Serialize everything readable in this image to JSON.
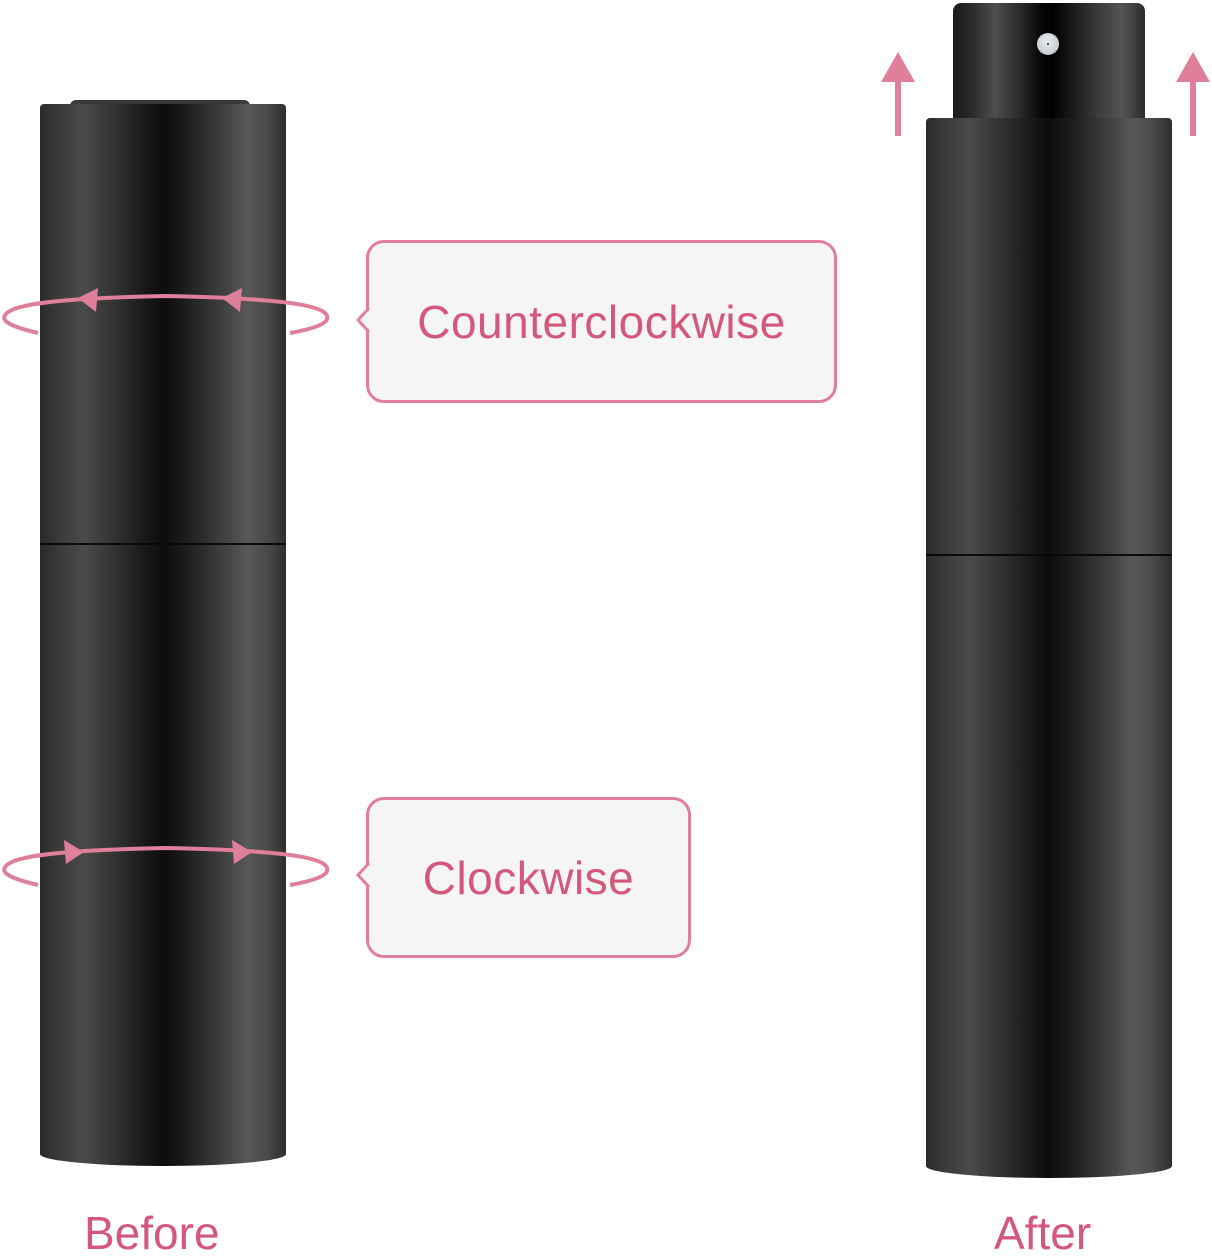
{
  "figure": {
    "description": "Twist-up perfume atomizer usage illustration",
    "accent_color": "#df7f99",
    "text_color": "#d4587c",
    "bubble_fill": "#f5f5f5"
  },
  "before": {
    "label": "Before",
    "callouts": [
      {
        "id": "top-ring",
        "label": "Counterclockwise",
        "direction": "counterclockwise",
        "icon": "rotate-counterclockwise-icon"
      },
      {
        "id": "bottom-ring",
        "label": "Clockwise",
        "direction": "clockwise",
        "icon": "rotate-clockwise-icon"
      }
    ]
  },
  "after": {
    "label": "After",
    "indicators": [
      {
        "id": "left-arrow",
        "icon": "arrow-up-icon"
      },
      {
        "id": "right-arrow",
        "icon": "arrow-up-icon"
      }
    ]
  }
}
